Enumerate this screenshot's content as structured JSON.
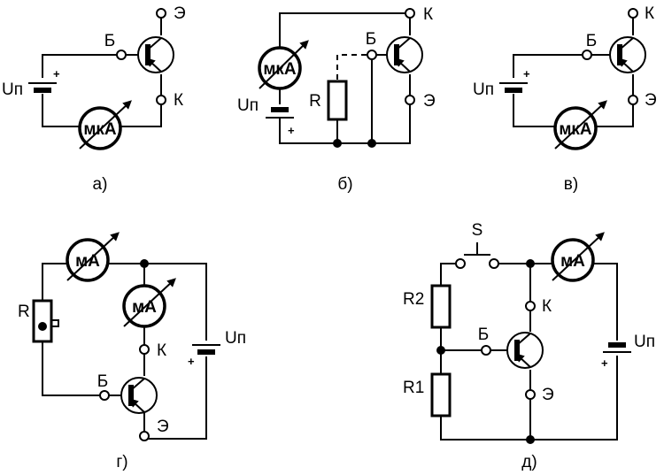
{
  "diagrams": {
    "a": {
      "caption": "а)",
      "base": "Б",
      "emitter": "Э",
      "collector": "К",
      "supply": "Uп",
      "plus": "+",
      "meter": "мкА"
    },
    "b": {
      "caption": "б)",
      "base": "Б",
      "emitter": "Э",
      "collector": "К",
      "supply": "Uп",
      "plus": "+",
      "meter": "мкА",
      "resistor": "R"
    },
    "v": {
      "caption": "в)",
      "base": "Б",
      "emitter": "Э",
      "collector": "К",
      "supply": "Uп",
      "plus": "+",
      "meter": "мкА"
    },
    "g": {
      "caption": "г)",
      "base": "Б",
      "emitter": "Э",
      "collector": "К",
      "supply": "Uп",
      "plus": "+",
      "meter1": "мА",
      "meter2": "мА",
      "resistor": "R"
    },
    "d": {
      "caption": "д)",
      "base": "Б",
      "emitter": "Э",
      "collector": "К",
      "supply": "Uп",
      "plus": "+",
      "meter": "мА",
      "switch": "S",
      "r1": "R1",
      "r2": "R2"
    }
  }
}
